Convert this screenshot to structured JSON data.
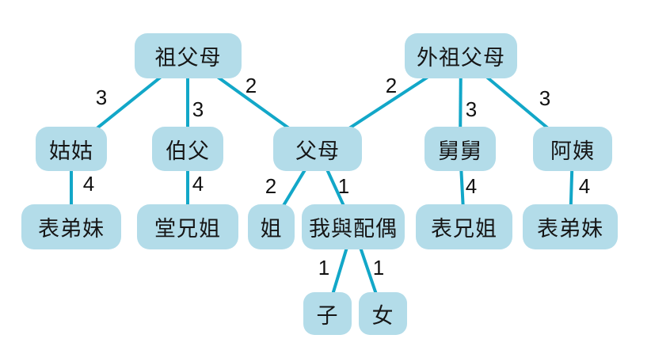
{
  "diagram": {
    "type": "family-relationship-tree",
    "language": "zh-Hant",
    "colors": {
      "node_fill": "#b3dce9",
      "edge_stroke": "#12a7c8",
      "text": "#161616",
      "background": "#ffffff"
    }
  },
  "nodes": [
    {
      "id": "zufumu",
      "label": "祖父母",
      "row": 1
    },
    {
      "id": "waizufumu",
      "label": "外祖父母",
      "row": 1
    },
    {
      "id": "gugu",
      "label": "姑姑",
      "row": 2
    },
    {
      "id": "bofu",
      "label": "伯父",
      "row": 2
    },
    {
      "id": "fumu",
      "label": "父母",
      "row": 2
    },
    {
      "id": "jiujiu",
      "label": "舅舅",
      "row": 2
    },
    {
      "id": "ayi",
      "label": "阿姨",
      "row": 2
    },
    {
      "id": "biaodimei-left",
      "label": "表弟妹",
      "row": 3
    },
    {
      "id": "tangxiongjie",
      "label": "堂兄姐",
      "row": 3
    },
    {
      "id": "jie",
      "label": "姐",
      "row": 3
    },
    {
      "id": "woyupeiou",
      "label": "我與配偶",
      "row": 3
    },
    {
      "id": "biaoxiongjie",
      "label": "表兄姐",
      "row": 3
    },
    {
      "id": "biaodimei-right",
      "label": "表弟妹",
      "row": 3
    },
    {
      "id": "zi",
      "label": "子",
      "row": 4
    },
    {
      "id": "nv",
      "label": "女",
      "row": 4
    }
  ],
  "edges": [
    {
      "from": "祖父母",
      "to": "姑姑",
      "label": "3"
    },
    {
      "from": "祖父母",
      "to": "伯父",
      "label": "3"
    },
    {
      "from": "祖父母",
      "to": "父母",
      "label": "2"
    },
    {
      "from": "外祖父母",
      "to": "父母",
      "label": "2"
    },
    {
      "from": "外祖父母",
      "to": "舅舅",
      "label": "3"
    },
    {
      "from": "外祖父母",
      "to": "阿姨",
      "label": "3"
    },
    {
      "from": "姑姑",
      "to": "表弟妹",
      "label": "4"
    },
    {
      "from": "伯父",
      "to": "堂兄姐",
      "label": "4"
    },
    {
      "from": "父母",
      "to": "姐",
      "label": "2"
    },
    {
      "from": "父母",
      "to": "我與配偶",
      "label": "1"
    },
    {
      "from": "舅舅",
      "to": "表兄姐",
      "label": "4"
    },
    {
      "from": "阿姨",
      "to": "表弟妹",
      "label": "4"
    },
    {
      "from": "我與配偶",
      "to": "子",
      "label": "1"
    },
    {
      "from": "我與配偶",
      "to": "女",
      "label": "1"
    }
  ]
}
